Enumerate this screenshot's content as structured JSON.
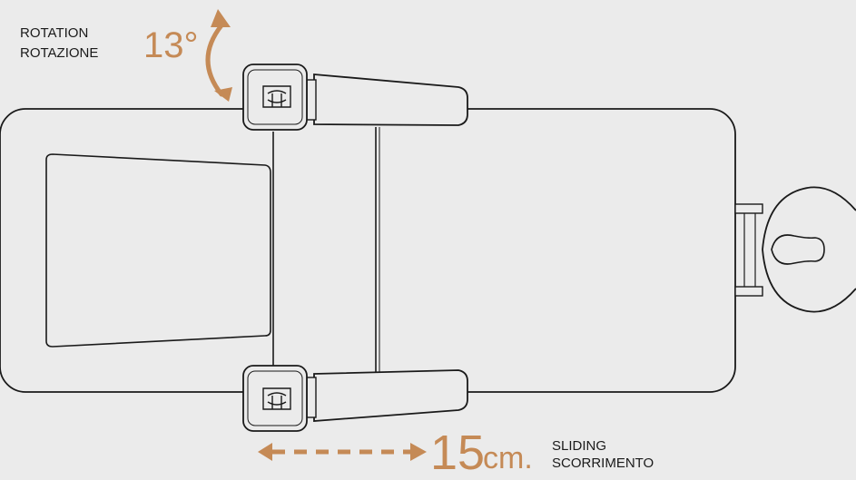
{
  "rotation": {
    "label_en": "ROTATION",
    "label_it": "ROTAZIONE",
    "angle": "13°"
  },
  "sliding": {
    "value": "15",
    "unit": "cm.",
    "label_en": "SLIDING",
    "label_it": "SCORRIMENTO"
  },
  "colors": {
    "accent": "#c58a56",
    "outline": "#1a1a1a",
    "fill": "#ebebeb"
  }
}
